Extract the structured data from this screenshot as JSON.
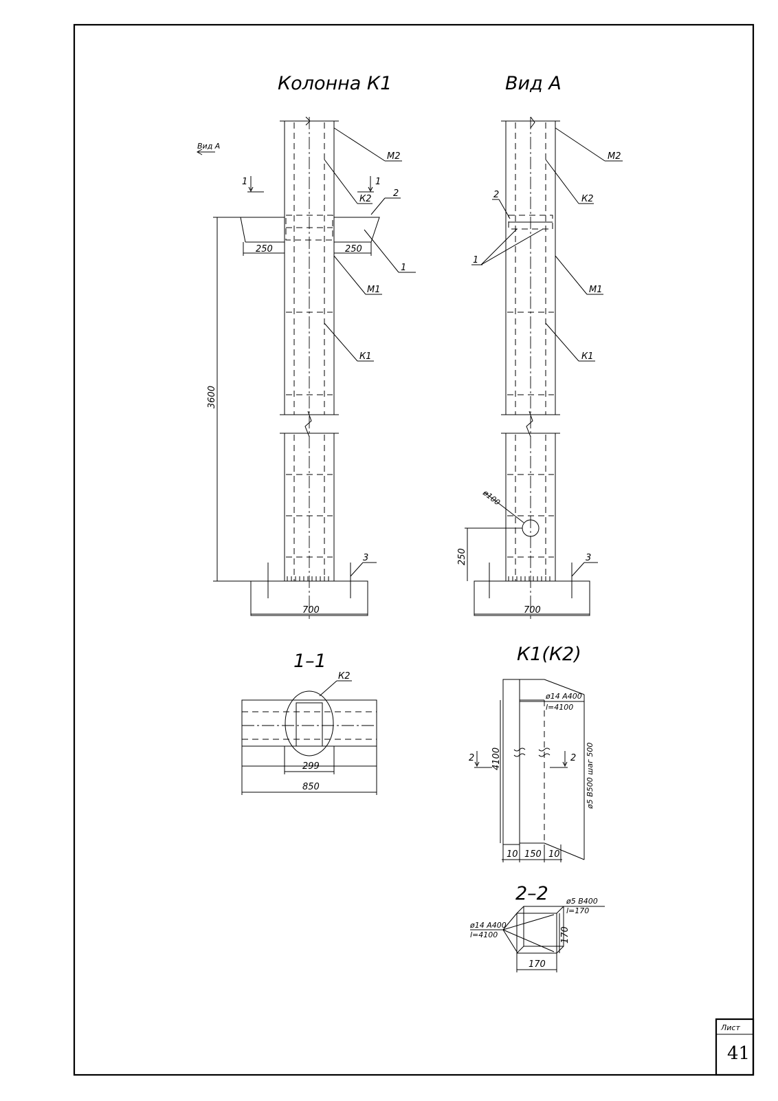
{
  "titles": {
    "column": "Колонна К1",
    "view_a": "Вид А",
    "section_1_1": "1–1",
    "detail_k1k2": "К1(К2)",
    "section_2_2": "2–2"
  },
  "view_arrow_label": "Вид А",
  "section_marks": {
    "one": "1",
    "two": "2"
  },
  "column_labels": {
    "m2": "М2",
    "k2": "К2",
    "m1": "М1",
    "k1": "К1",
    "pos1": "1",
    "pos2": "2",
    "pos3": "3"
  },
  "dimensions": {
    "bracket_left": "250",
    "bracket_right": "250",
    "height_total": "3600",
    "base_width": "700",
    "base_width_b": "700",
    "hole_dia": "ø100",
    "hole_height": "250",
    "sect_inner": "299",
    "sect_outer": "850",
    "detail_length": "4100",
    "detail_w1": "10",
    "detail_w2": "150",
    "detail_w3": "10",
    "sect2_w": "170",
    "sect2_h": "170"
  },
  "rebar": {
    "main_bar": "ø14 А400",
    "main_len": "l=4100",
    "stirrup": "ø5 В500 шаг 500",
    "stirrup_b": "ø5 В400",
    "stirrup_len": "l=170",
    "main_bar_b": "ø14 А400",
    "main_len_b": "l=4100"
  },
  "stamp": {
    "label": "Лист",
    "sheet_no": "41"
  }
}
